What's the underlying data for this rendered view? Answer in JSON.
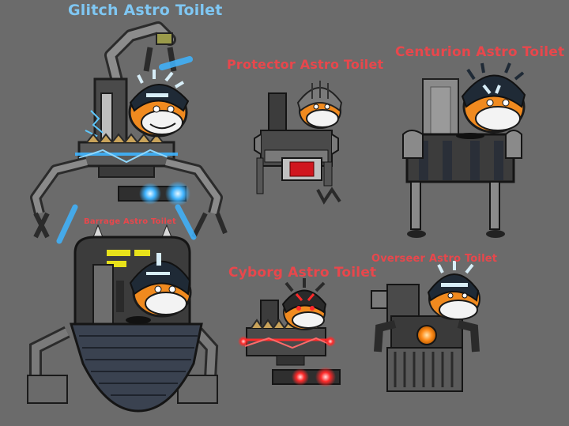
{
  "labels": {
    "glitch": "Glitch Astro Toilet",
    "protector": "Protector Astro Toilet",
    "centurion": "Centurion Astro Toilet",
    "barrage": "Barrage Astro Toilet",
    "cyborg": "Cyborg Astro Toilet",
    "overseer": "Overseer Astro Toilet"
  },
  "colors": {
    "background": "#6b6b6b",
    "glitch_label": "#7fc7f3",
    "other_labels": "#e8474c",
    "glitch_glow": "#3fb4ff",
    "cyborg_glow": "#ff2a2a",
    "overseer_core": "#ff8c1a",
    "barrage_lights": "#e8e21a"
  }
}
